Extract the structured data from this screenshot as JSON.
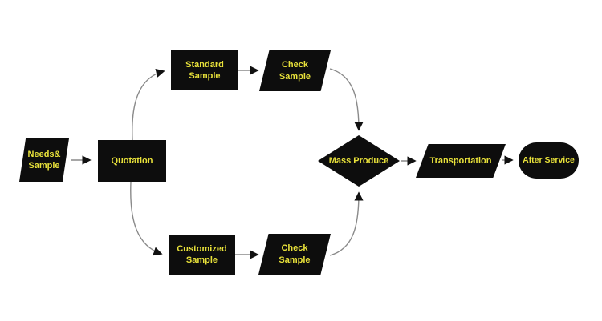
{
  "diagram": {
    "type": "flowchart",
    "title": "",
    "colors": {
      "background": "#ffffff",
      "shape_fill": "#0d0d0d",
      "label_text": "#e8e13a",
      "connector_line": "#8a8a8a",
      "arrowhead": "#111111"
    },
    "nodes": {
      "needs_sample": {
        "shape": "parallelogram",
        "line1": "Needs&",
        "line2": "Sample"
      },
      "quotation": {
        "shape": "rectangle",
        "line1": "Quotation",
        "line2": ""
      },
      "standard_sample": {
        "shape": "rectangle",
        "line1": "Standard",
        "line2": "Sample"
      },
      "check_sample_top": {
        "shape": "parallelogram",
        "line1": "Check",
        "line2": "Sample"
      },
      "customized_sample": {
        "shape": "rectangle",
        "line1": "Customized",
        "line2": "Sample"
      },
      "check_sample_bottom": {
        "shape": "parallelogram",
        "line1": "Check",
        "line2": "Sample"
      },
      "mass_produce": {
        "shape": "diamond",
        "line1": "Mass Produce",
        "line2": ""
      },
      "transportation": {
        "shape": "parallelogram",
        "line1": "Transportation",
        "line2": ""
      },
      "after_service": {
        "shape": "stadium",
        "line1": "After Service",
        "line2": ""
      }
    },
    "edges": [
      {
        "from": "needs_sample",
        "to": "quotation"
      },
      {
        "from": "quotation",
        "to": "standard_sample"
      },
      {
        "from": "quotation",
        "to": "customized_sample"
      },
      {
        "from": "standard_sample",
        "to": "check_sample_top"
      },
      {
        "from": "customized_sample",
        "to": "check_sample_bottom"
      },
      {
        "from": "check_sample_top",
        "to": "mass_produce"
      },
      {
        "from": "check_sample_bottom",
        "to": "mass_produce"
      },
      {
        "from": "mass_produce",
        "to": "transportation"
      },
      {
        "from": "transportation",
        "to": "after_service"
      }
    ]
  }
}
